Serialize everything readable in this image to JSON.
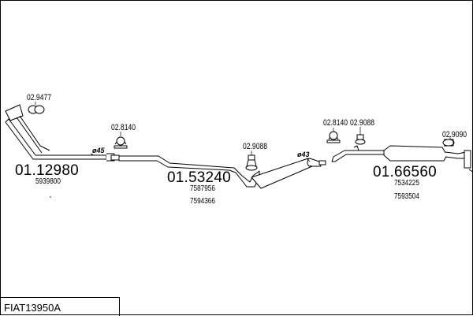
{
  "title": "FIAT13950A",
  "parts": {
    "front_pipe": {
      "number": "01.12980",
      "refs": [
        "5939800"
      ],
      "diameter": "ø45"
    },
    "middle_pipe": {
      "number": "01.53240",
      "refs": [
        "7587956",
        "7594366"
      ],
      "diameter": "ø43"
    },
    "rear_silencer": {
      "number": "01.66560",
      "refs": [
        "7534225",
        "7593504"
      ]
    }
  },
  "accessories": {
    "gasket_front": "02.9477",
    "clamp_front": "02.8140",
    "mount_mid": "02.9088",
    "clamp_rear": "02.8140",
    "mount_rear": "02.9088",
    "mount_tail": "02.9090"
  }
}
